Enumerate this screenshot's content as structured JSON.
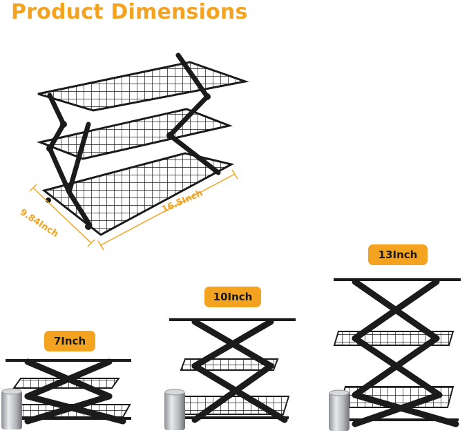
{
  "header": {
    "title": "Product Dimensions"
  },
  "dimensions": {
    "width_label": "16.5Inch",
    "depth_label": "9.84Inch"
  },
  "heights": [
    {
      "label": "7Inch"
    },
    {
      "label": "10Inch"
    },
    {
      "label": "13Inch"
    }
  ],
  "colors": {
    "accent": "#f4a320",
    "rack": "#1b1b1b",
    "can": "#c4c6ca"
  }
}
